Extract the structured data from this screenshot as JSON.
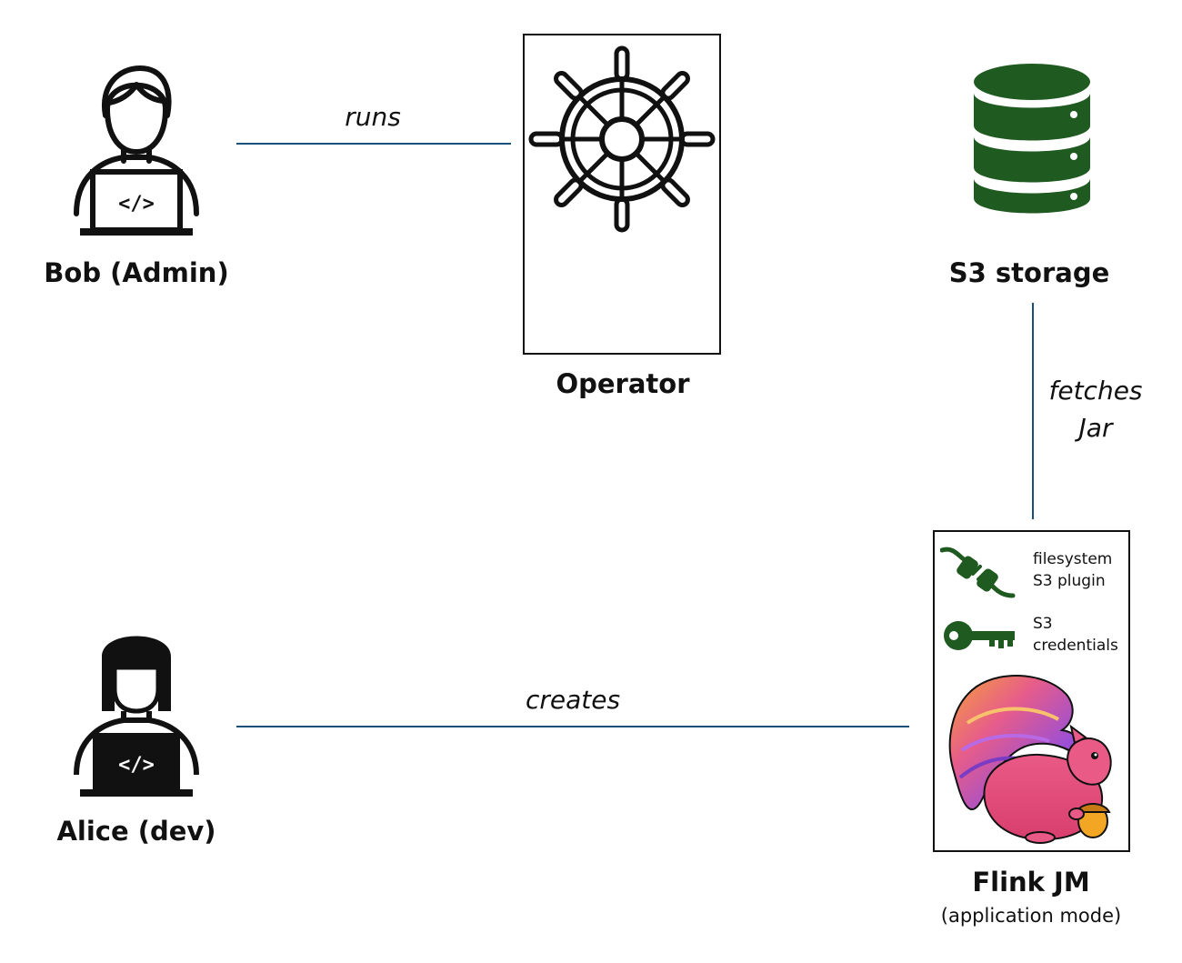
{
  "actors": {
    "bob": {
      "label": "Bob (Admin)",
      "icon": "developer-laptop-icon"
    },
    "alice": {
      "label": "Alice (dev)",
      "icon": "developer-laptop-icon"
    }
  },
  "operator": {
    "label": "Operator",
    "icon": "ship-wheel-icon"
  },
  "storage": {
    "label": "S3 storage",
    "icon": "database-icon",
    "color": "#1f5a20"
  },
  "flink": {
    "label": "Flink JM",
    "sublabel": "(application mode)",
    "items": [
      {
        "icon": "plug-icon",
        "line1": "filesystem",
        "line2": "S3 plugin"
      },
      {
        "icon": "key-icon",
        "line1": "S3",
        "line2": "credentials"
      }
    ],
    "logo": "flink-squirrel-logo"
  },
  "edges": {
    "runs": "runs",
    "fetches_line1": "fetches",
    "fetches_line2": "Jar",
    "creates": "creates"
  },
  "colors": {
    "connector": "#1b5079",
    "icon_green": "#1f5a20"
  }
}
